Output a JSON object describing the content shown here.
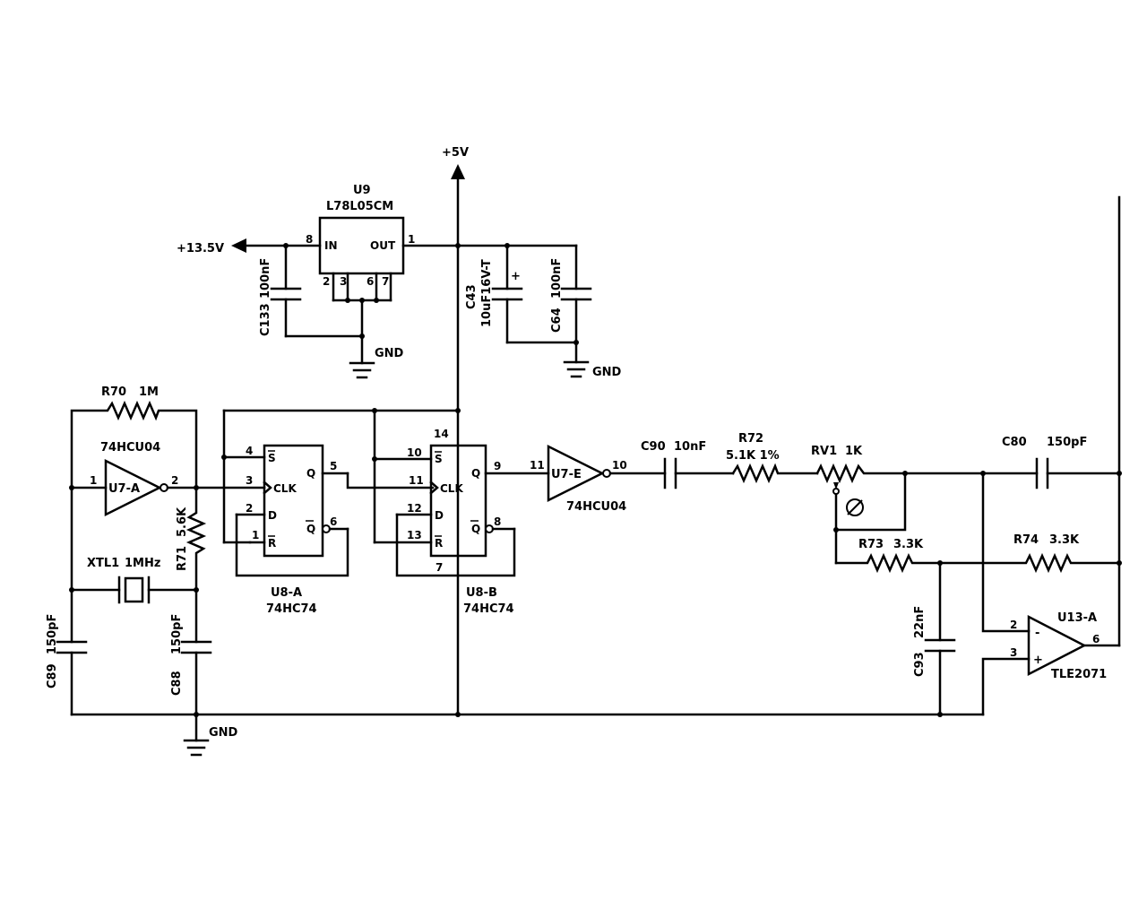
{
  "supplies": {
    "plus5v": "+5V",
    "plus13v5": "+13.5V",
    "gnd": "GND"
  },
  "regulator": {
    "ref": "U9",
    "part": "L78L05CM",
    "in_label": "IN",
    "out_label": "OUT",
    "pins": {
      "in": "8",
      "out": "1",
      "g1": "2",
      "g2": "3",
      "g3": "6",
      "g4": "7"
    }
  },
  "caps": {
    "c133": {
      "ref": "C133",
      "value": "100nF"
    },
    "c43": {
      "ref": "C43",
      "value": "10uF16V-T",
      "polarity": "+"
    },
    "c64": {
      "ref": "C64",
      "value": "100nF"
    },
    "c89": {
      "ref": "C89",
      "value": "150pF"
    },
    "c88": {
      "ref": "C88",
      "value": "150pF"
    },
    "c90": {
      "ref": "C90",
      "value": "10nF"
    },
    "c80": {
      "ref": "C80",
      "value": "150pF"
    },
    "c93": {
      "ref": "C93",
      "value": "22nF"
    }
  },
  "resistors": {
    "r70": {
      "ref": "R70",
      "value": "1M"
    },
    "r71": {
      "ref": "R71",
      "value": "5.6K"
    },
    "r72": {
      "ref": "R72",
      "value": "5.1K 1%"
    },
    "r73": {
      "ref": "R73",
      "value": "3.3K"
    },
    "r74": {
      "ref": "R74",
      "value": "3.3K"
    },
    "rv1": {
      "ref": "RV1",
      "value": "1K"
    }
  },
  "crystal": {
    "ref": "XTL1",
    "value": "1MHz"
  },
  "inverter_a": {
    "part": "74HCU04",
    "ref": "U7-A",
    "pin_in": "1",
    "pin_out": "2"
  },
  "inverter_e": {
    "part": "74HCU04",
    "ref": "U7-E",
    "pin_in": "11",
    "pin_out": "10"
  },
  "flipflop_a": {
    "ref": "U8-A",
    "part": "74HC74",
    "s_label": "S",
    "clk_label": "CLK",
    "d_label": "D",
    "r_label": "R",
    "q_label": "Q",
    "qb_label": "Q",
    "pins": {
      "s": "4",
      "clk": "3",
      "d": "2",
      "r": "1",
      "q": "5",
      "qb": "6"
    }
  },
  "flipflop_b": {
    "ref": "U8-B",
    "part": "74HC74",
    "s_label": "S",
    "clk_label": "CLK",
    "d_label": "D",
    "r_label": "R",
    "q_label": "Q",
    "qb_label": "Q",
    "pins": {
      "s": "10",
      "clk": "11",
      "d": "12",
      "r": "13",
      "q": "9",
      "qb": "8",
      "vcc": "14",
      "gnd": "7"
    }
  },
  "opamp": {
    "ref": "U13-A",
    "part": "TLE2071",
    "minus": "-",
    "plus": "+",
    "pins": {
      "inv": "2",
      "noninv": "3",
      "out": "6"
    }
  }
}
